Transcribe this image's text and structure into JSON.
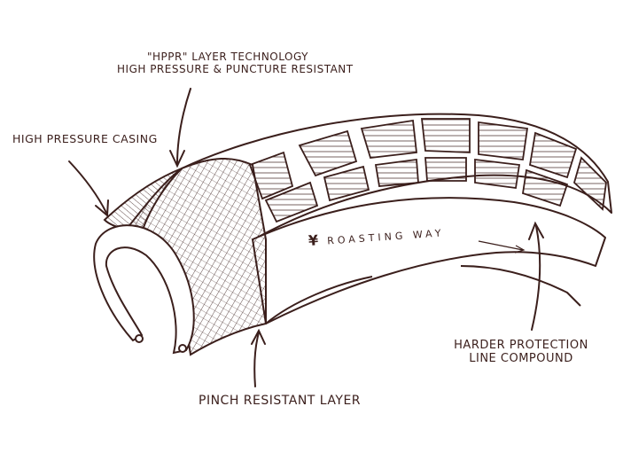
{
  "labels": {
    "hppr_line1": "\"HPPR\" LAYER TECHNOLOGY",
    "hppr_line2": "HIGH PRESSURE & PUNCTURE RESISTANT",
    "casing": "HIGH PRESSURE CASING",
    "pinch": "PINCH RESISTANT LAYER",
    "harder_line1": "HARDER PROTECTION",
    "harder_line2": "LINE COMPOUND"
  },
  "sidewall": {
    "logo_mark": "¥",
    "brand_text": "ROASTING WAY"
  },
  "colors": {
    "ink": "#3b1f1c",
    "paper": "#ffffff"
  }
}
